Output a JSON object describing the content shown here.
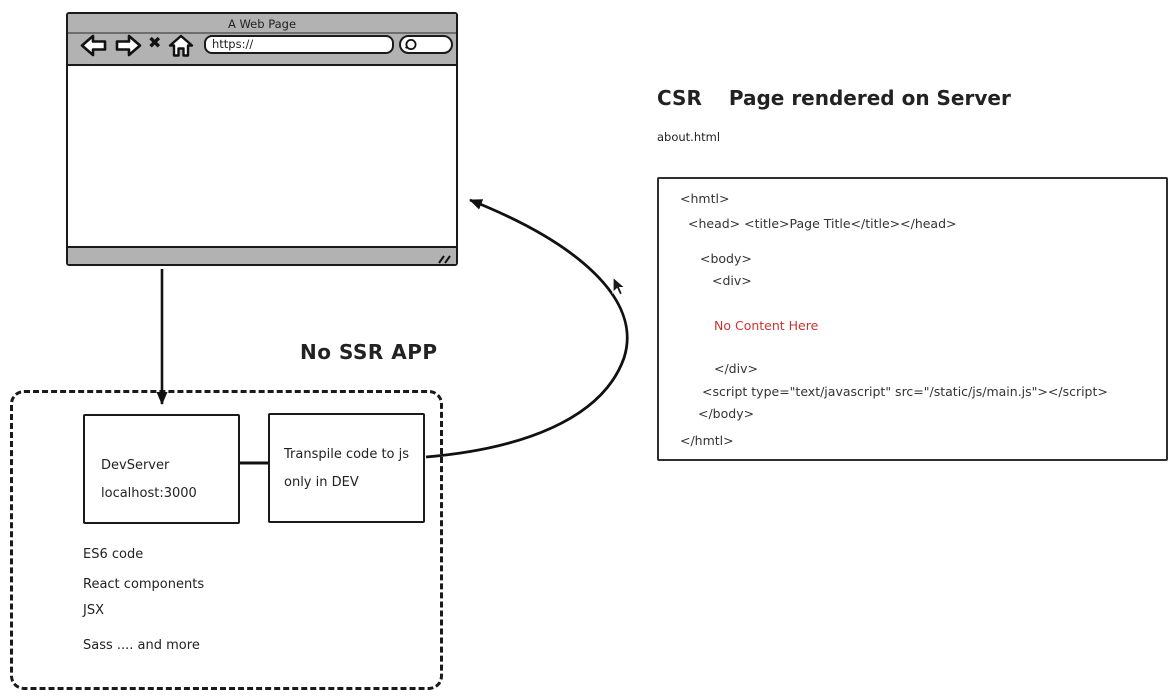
{
  "colors": {
    "chrome_gray": "#b2b2b2",
    "outline": "#1a1a1a",
    "code_red": "#cc3333",
    "text": "#222222"
  },
  "browser": {
    "title": "A Web Page",
    "url_value": "https://",
    "icons": {
      "back": "back-arrow",
      "forward": "forward-arrow",
      "close": "✖",
      "home": "home",
      "search": "magnifier",
      "resize": "double-slash"
    }
  },
  "diagram": {
    "no_ssr_label": "No SSR APP",
    "dev_server_box": {
      "line1": "DevServer",
      "line2": "localhost:3000"
    },
    "transpile_box": {
      "line1": "Transpile code to js",
      "line2": "only in DEV"
    },
    "features": [
      "ES6 code",
      "React components",
      "JSX",
      "Sass .... and more"
    ]
  },
  "server_panel": {
    "heading_csr": "CSR",
    "heading_rest": "Page rendered on Server",
    "filename": "about.html",
    "code_lines": [
      {
        "text": "<hmtl>"
      },
      {
        "text": "<head> <title>Page Title</title></head>"
      },
      {
        "text": "<body>"
      },
      {
        "text": "<div>"
      },
      {
        "text": "No Content Here",
        "red": true
      },
      {
        "text": "</div>"
      },
      {
        "text": "<script type=\"text/javascript\" src=\"/static/js/main.js\"></script>"
      },
      {
        "text": "</body>"
      },
      {
        "text": "</hmtl>"
      }
    ]
  }
}
